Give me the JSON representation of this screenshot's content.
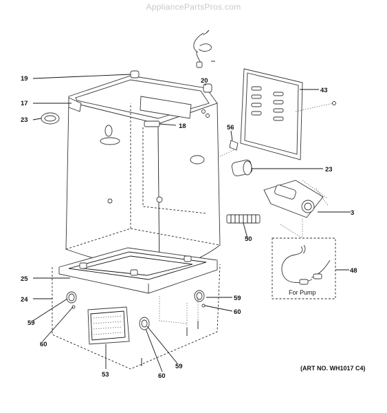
{
  "watermark": "AppliancePartsPros.com",
  "art_no": "(ART NO. WH1017 C4)",
  "pump_label": "For Pump",
  "callouts": {
    "c19": "19",
    "c17": "17",
    "c23a": "23",
    "c20": "20",
    "c18": "18",
    "c43": "43",
    "c56": "56",
    "c23b": "23",
    "c3": "3",
    "c50": "50",
    "c48": "48",
    "c25": "25",
    "c24": "24",
    "c59a": "59",
    "c60a": "60",
    "c59b": "59",
    "c60b": "60",
    "c53": "53",
    "c60c": "60",
    "c59c": "59"
  }
}
